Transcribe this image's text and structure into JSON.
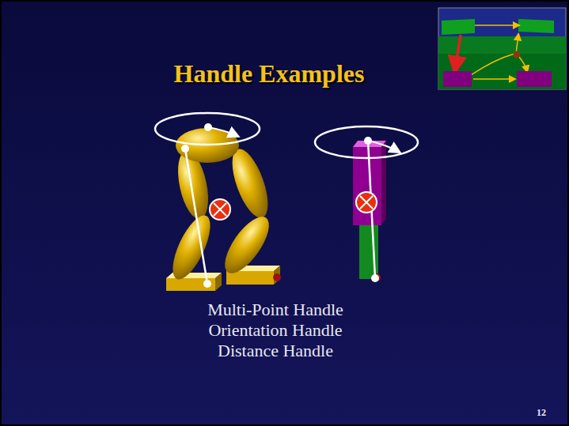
{
  "diagram": {
    "title": "Handle Examples",
    "labels": [
      "Multi-Point Handle",
      "Orientation Handle",
      "Distance Handle",
      "12"
    ]
  }
}
